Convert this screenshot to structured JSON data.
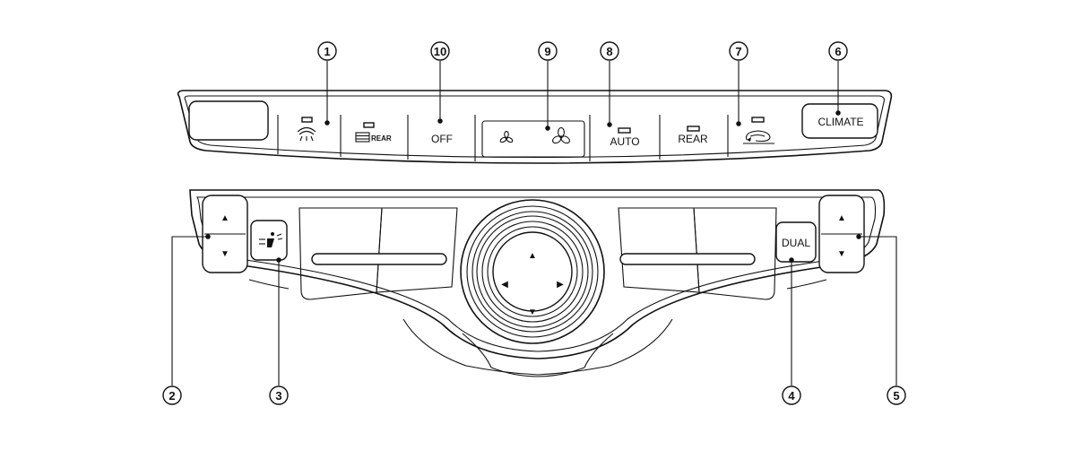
{
  "buttons": {
    "front_defrost_icon": "front-defroster-icon",
    "rear_defrost_label": "REAR",
    "off_label": "OFF",
    "fan_icon_low": "fan-low-icon",
    "fan_icon_high": "fan-high-icon",
    "auto_label": "AUTO",
    "rear_label": "REAR",
    "recirc_icon": "air-recirculation-icon",
    "climate_label": "CLIMATE",
    "dual_label": "DUAL",
    "mode_icon": "air-flow-mode-icon",
    "up_arrow_glyph": "▲",
    "down_arrow_glyph": "▼",
    "left_arrow_glyph": "◀",
    "right_arrow_glyph": "▶"
  },
  "callouts": [
    {
      "id": "c1",
      "label": "1"
    },
    {
      "id": "c10",
      "label": "10"
    },
    {
      "id": "c9",
      "label": "9"
    },
    {
      "id": "c8",
      "label": "8"
    },
    {
      "id": "c7",
      "label": "7"
    },
    {
      "id": "c6",
      "label": "6"
    },
    {
      "id": "c2",
      "label": "2"
    },
    {
      "id": "c3",
      "label": "3"
    },
    {
      "id": "c4",
      "label": "4"
    },
    {
      "id": "c5",
      "label": "5"
    }
  ]
}
